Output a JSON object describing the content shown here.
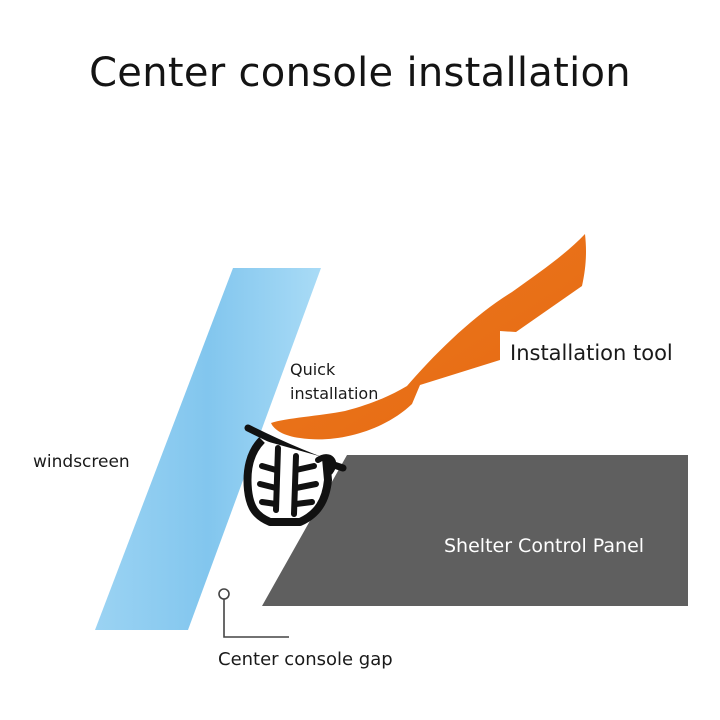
{
  "title": "Center console installation",
  "labels": {
    "windscreen": "windscreen",
    "quick_installation_line1": "Quick",
    "quick_installation_line2": "installation",
    "installation_tool": "Installation tool",
    "shelter_control_panel": "Shelter Control Panel",
    "center_console_gap": "Center console gap"
  },
  "colors": {
    "windscreen": "#86c9ef",
    "tool": "#e8701a",
    "panel": "#5f5f5f",
    "seal": "#111111"
  }
}
